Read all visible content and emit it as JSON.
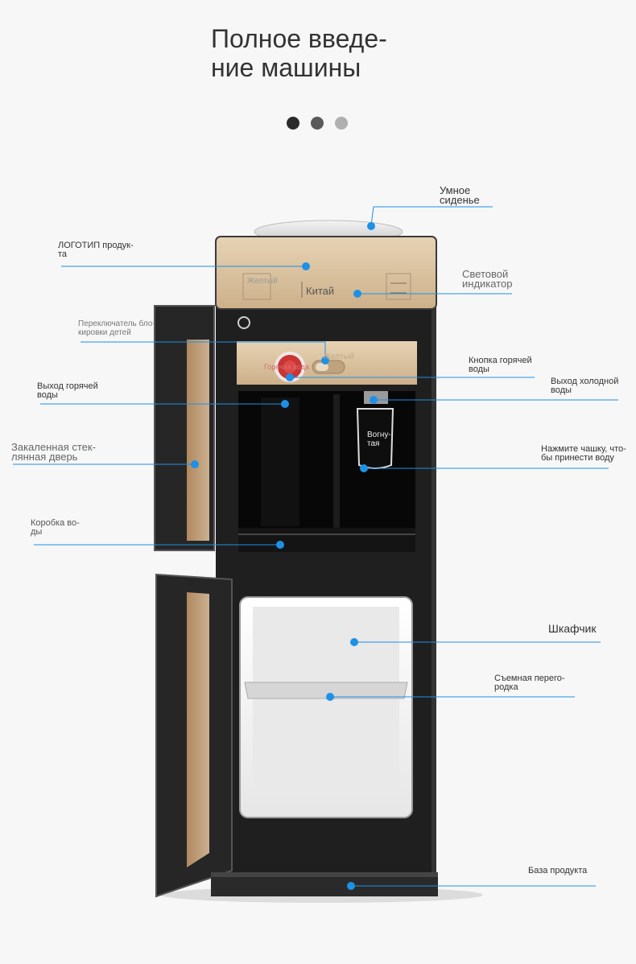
{
  "title": "Полное введе-\nние машины",
  "pager": {
    "dots": [
      "#2b2b2b",
      "#5a5a5a",
      "#b0b0b0"
    ]
  },
  "colors": {
    "accent": "#1e90e6",
    "line": "#1e90e6",
    "body": "#1c1c1c",
    "panel": "#d9c3a0"
  },
  "machine": {
    "panel_left": "Желтый",
    "panel_brand": "Китай",
    "child_panel": "Желтый",
    "hot_tag": "Горячая вода",
    "cup_label": "Вогну-\nтая"
  },
  "labels": {
    "smart_seat": "Умное\nсиденье",
    "logo": "ЛОГОТИП продук-\nта",
    "indicator": "Световой\nиндикатор",
    "child_lock": "Переключатель бло-\nкировки детей",
    "hot_button": "Кнопка горячей\nводы",
    "hot_outlet": "Выход горячей\nводы",
    "cold_outlet": "Выход холодной\nводы",
    "glass_door": "Закаленная стек-\nлянная дверь",
    "press_cup": "Нажмите чашку, что-\nбы принести воду",
    "water_box": "Коробка во-\nды",
    "cabinet": "Шкафчик",
    "partition": "Съемная перего-\nродка",
    "base": "База продукта"
  }
}
